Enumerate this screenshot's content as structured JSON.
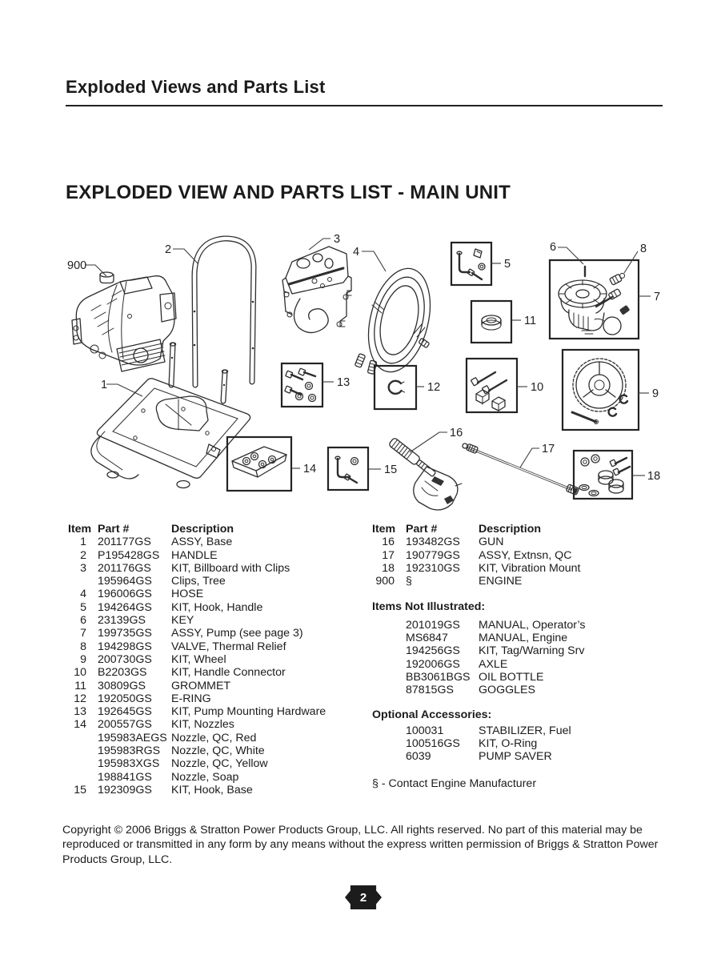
{
  "page": {
    "header_title": "Exploded Views and Parts List",
    "section_title": "EXPLODED VIEW AND PARTS LIST - MAIN UNIT",
    "page_number": "2",
    "copyright": "Copyright © 2006 Briggs & Stratton Power Products Group, LLC.  All rights reserved.  No part of this material may be reproduced or transmitted in any form by any means without the express written permission of Briggs & Stratton Power Products Group, LLC."
  },
  "diagram": {
    "callouts": [
      "900",
      "1",
      "2",
      "3",
      "4",
      "5",
      "6",
      "7",
      "8",
      "9",
      "10",
      "11",
      "12",
      "13",
      "14",
      "15",
      "16",
      "17",
      "18"
    ]
  },
  "parts_table": {
    "headers": [
      "Item",
      "Part #",
      "Description"
    ],
    "left_rows": [
      {
        "item": "1",
        "part": "201177GS",
        "desc": "ASSY, Base"
      },
      {
        "item": "2",
        "part": "P195428GS",
        "desc": "HANDLE"
      },
      {
        "item": "3",
        "part": "201176GS",
        "desc": "KIT, Billboard with Clips"
      },
      {
        "item": "",
        "part": "195964GS",
        "desc": "Clips, Tree"
      },
      {
        "item": "4",
        "part": "196006GS",
        "desc": "HOSE"
      },
      {
        "item": "5",
        "part": "194264GS",
        "desc": "KIT, Hook, Handle"
      },
      {
        "item": "6",
        "part": "23139GS",
        "desc": "KEY"
      },
      {
        "item": "7",
        "part": "199735GS",
        "desc": "ASSY, Pump (see page 3)"
      },
      {
        "item": "8",
        "part": "194298GS",
        "desc": "VALVE, Thermal Relief"
      },
      {
        "item": "9",
        "part": "200730GS",
        "desc": "KIT, Wheel"
      },
      {
        "item": "10",
        "part": "B2203GS",
        "desc": "KIT, Handle Connector"
      },
      {
        "item": "11",
        "part": "30809GS",
        "desc": "GROMMET"
      },
      {
        "item": "12",
        "part": "192050GS",
        "desc": "E-RING"
      },
      {
        "item": "13",
        "part": "192645GS",
        "desc": "KIT, Pump Mounting Hardware"
      },
      {
        "item": "14",
        "part": "200557GS",
        "desc": "KIT, Nozzles"
      },
      {
        "item": "",
        "part": "195983AEGS",
        "desc": "Nozzle, QC, Red"
      },
      {
        "item": "",
        "part": "195983RGS",
        "desc": "Nozzle, QC, White"
      },
      {
        "item": "",
        "part": "195983XGS",
        "desc": "Nozzle, QC, Yellow"
      },
      {
        "item": "",
        "part": "198841GS",
        "desc": "Nozzle, Soap"
      },
      {
        "item": "15",
        "part": "192309GS",
        "desc": "KIT, Hook, Base"
      }
    ],
    "right_rows": [
      {
        "item": "16",
        "part": "193482GS",
        "desc": "GUN"
      },
      {
        "item": "17",
        "part": "190779GS",
        "desc": "ASSY, Extnsn, QC"
      },
      {
        "item": "18",
        "part": "192310GS",
        "desc": "KIT, Vibration Mount"
      },
      {
        "item": "900",
        "part": "§",
        "desc": "ENGINE"
      }
    ],
    "not_illustrated": {
      "title": "Items Not Illustrated:",
      "rows": [
        {
          "part": "201019GS",
          "desc": "MANUAL, Operator’s"
        },
        {
          "part": "MS6847",
          "desc": "MANUAL, Engine"
        },
        {
          "part": "194256GS",
          "desc": "KIT, Tag/Warning Srv"
        },
        {
          "part": "192006GS",
          "desc": "AXLE"
        },
        {
          "part": "BB3061BGS",
          "desc": "OIL BOTTLE"
        },
        {
          "part": "87815GS",
          "desc": "GOGGLES"
        }
      ]
    },
    "optional_accessories": {
      "title": "Optional Accessories:",
      "rows": [
        {
          "part": "100031",
          "desc": "STABILIZER, Fuel"
        },
        {
          "part": "100516GS",
          "desc": "KIT, O-Ring"
        },
        {
          "part": "6039",
          "desc": "PUMP SAVER"
        }
      ]
    },
    "footnote": "§ - Contact Engine Manufacturer"
  }
}
